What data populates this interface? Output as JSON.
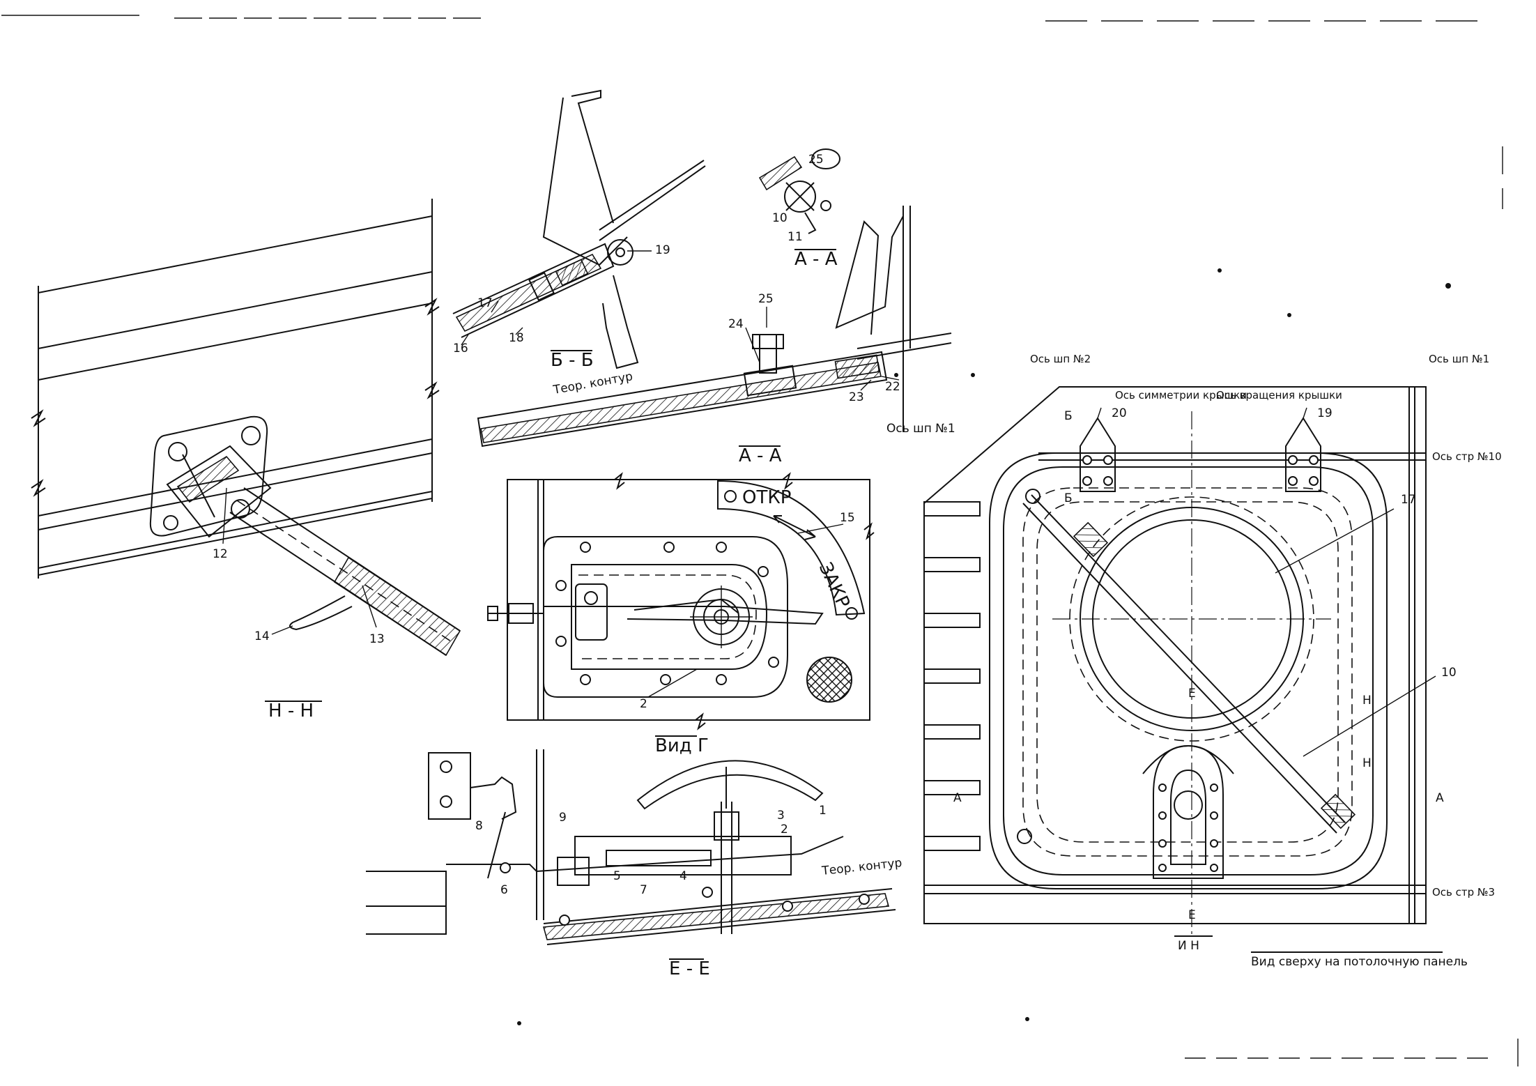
{
  "drawing": {
    "section_labels": {
      "hh": "Н - Н",
      "bb": "Б - Б",
      "aa": "А - А",
      "aa_small": "А - А",
      "view_g": "Вид Г",
      "ee": "Е - Е",
      "main_view": "Вид сверху на потолочную панель",
      "ih": "И Н"
    },
    "axis_labels": {
      "shp1_top": "Ось шп №1",
      "shp2_top": "Ось шп №2",
      "shp1_aa": "Ось шп №1",
      "str10": "Ось стр №10",
      "str3": "Ось стр №3",
      "symmetry": "Ось симметрии крышки",
      "rotation": "Ось вращения крышки"
    },
    "contour_labels": {
      "aa": "Теор. контур",
      "ee": "Теор. контур"
    },
    "dial_labels": {
      "open": "ОТКР",
      "close": "ЗАКР"
    },
    "part_numbers": {
      "hh": [
        "12",
        "13",
        "14"
      ],
      "bb": [
        "16",
        "17",
        "18",
        "19"
      ],
      "aa_small": [
        "10",
        "11",
        "25"
      ],
      "aa": [
        "22",
        "23",
        "24",
        "25"
      ],
      "view_g": [
        "2",
        "15"
      ],
      "ee": [
        "1",
        "2",
        "3",
        "4",
        "5",
        "6",
        "7",
        "8",
        "9"
      ],
      "main": [
        "10",
        "17",
        "19",
        "20"
      ]
    },
    "cut_markers": [
      "Б",
      "Б",
      "А",
      "А",
      "Е",
      "Е",
      "Н",
      "Н"
    ]
  }
}
